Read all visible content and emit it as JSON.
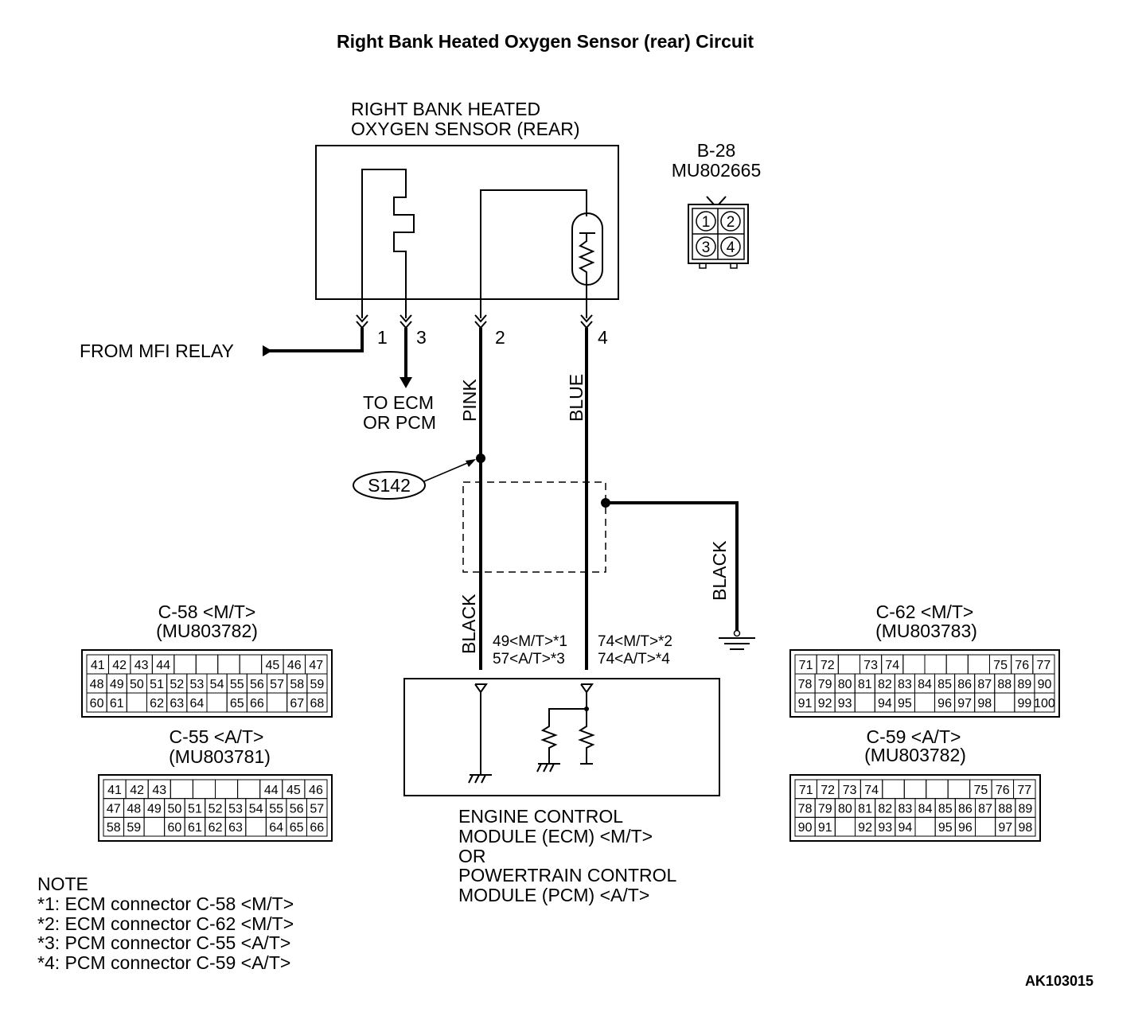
{
  "title": "Right Bank Heated Oxygen Sensor (rear) Circuit",
  "sensor": {
    "line1": "RIGHT BANK HEATED",
    "line2": "OXYGEN SENSOR (REAR)"
  },
  "sensor_connector": {
    "id": "B-28",
    "part": "MU802665",
    "pins": [
      "1",
      "2",
      "3",
      "4"
    ]
  },
  "pins": {
    "p1": "1",
    "p2": "2",
    "p3": "3",
    "p4": "4"
  },
  "from_relay": "FROM MFI RELAY",
  "to_ecm": {
    "line1": "TO ECM",
    "line2": "OR PCM"
  },
  "wires": {
    "pink": "PINK",
    "blue": "BLUE",
    "black_left": "BLACK",
    "black_right": "BLACK"
  },
  "splice": "S142",
  "ecm_pins": {
    "left1": "49<M/T>*1",
    "left2": "57<A/T>*3",
    "right1": "74<M/T>*2",
    "right2": "74<A/T>*4"
  },
  "module": {
    "line1": "ENGINE CONTROL",
    "line2": "MODULE (ECM) <M/T>",
    "line3": "OR",
    "line4": "POWERTRAIN CONTROL",
    "line5": "MODULE (PCM) <A/T>"
  },
  "connectors": {
    "c58": {
      "title": "C-58 <M/T>",
      "part": "(MU803782)",
      "rows": [
        [
          "41",
          "42",
          "43",
          "44",
          "",
          "",
          "",
          "",
          "45",
          "46",
          "47"
        ],
        [
          "48",
          "49",
          "50",
          "51",
          "52",
          "53",
          "54",
          "55",
          "56",
          "57",
          "58",
          "59"
        ],
        [
          "60",
          "61",
          "",
          "62",
          "63",
          "64",
          "",
          "65",
          "66",
          "",
          "67",
          "68"
        ]
      ]
    },
    "c55": {
      "title": "C-55 <A/T>",
      "part": "(MU803781)",
      "rows": [
        [
          "41",
          "42",
          "43",
          "",
          "",
          "",
          "",
          "44",
          "45",
          "46"
        ],
        [
          "47",
          "48",
          "49",
          "50",
          "51",
          "52",
          "53",
          "54",
          "55",
          "56",
          "57"
        ],
        [
          "58",
          "59",
          "",
          "60",
          "61",
          "62",
          "63",
          "",
          "64",
          "65",
          "66"
        ]
      ]
    },
    "c62": {
      "title": "C-62 <M/T>",
      "part": "(MU803783)",
      "rows": [
        [
          "71",
          "72",
          "",
          "73",
          "74",
          "",
          "",
          "",
          "",
          "75",
          "76",
          "77"
        ],
        [
          "78",
          "79",
          "80",
          "81",
          "82",
          "83",
          "84",
          "85",
          "86",
          "87",
          "88",
          "89",
          "90"
        ],
        [
          "91",
          "92",
          "93",
          "",
          "94",
          "95",
          "",
          "96",
          "97",
          "98",
          "",
          "99",
          "100"
        ]
      ]
    },
    "c59": {
      "title": "C-59 <A/T>",
      "part": "(MU803782)",
      "rows": [
        [
          "71",
          "72",
          "73",
          "74",
          "",
          "",
          "",
          "",
          "75",
          "76",
          "77"
        ],
        [
          "78",
          "79",
          "80",
          "81",
          "82",
          "83",
          "84",
          "85",
          "86",
          "87",
          "88",
          "89"
        ],
        [
          "90",
          "91",
          "",
          "92",
          "93",
          "94",
          "",
          "95",
          "96",
          "",
          "97",
          "98"
        ]
      ]
    }
  },
  "note": {
    "heading": "NOTE",
    "items": [
      "*1: ECM connector C-58 <M/T>",
      "*2: ECM connector C-62 <M/T>",
      "*3: PCM connector C-55 <A/T>",
      "*4: PCM connector C-59 <A/T>"
    ]
  },
  "figure_id": "AK103015"
}
